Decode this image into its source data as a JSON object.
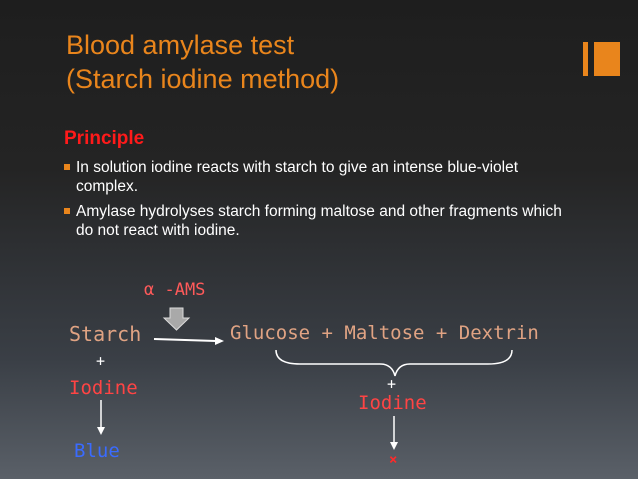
{
  "title": {
    "line1": "Blood amylase test",
    "line2": "(Starch iodine method)"
  },
  "principle_heading": "Principle",
  "bullets": [
    "In solution iodine reacts with starch to give an intense blue-violet complex.",
    "Amylase hydrolyses starch forming maltose and other fragments which do not react with iodine."
  ],
  "reaction": {
    "enzyme": "α -AMS",
    "substrate": "Starch",
    "products": "Glucose + Maltose + Dextrin",
    "plus_left": "+",
    "reagent_left": "Iodine",
    "result_left": "Blue",
    "plus_right": "+",
    "reagent_right": "Iodine",
    "result_right": "×"
  },
  "colors": {
    "accent": "#e9851c",
    "heading_red": "#ff1a1a",
    "blue_result": "#3a6bff"
  }
}
